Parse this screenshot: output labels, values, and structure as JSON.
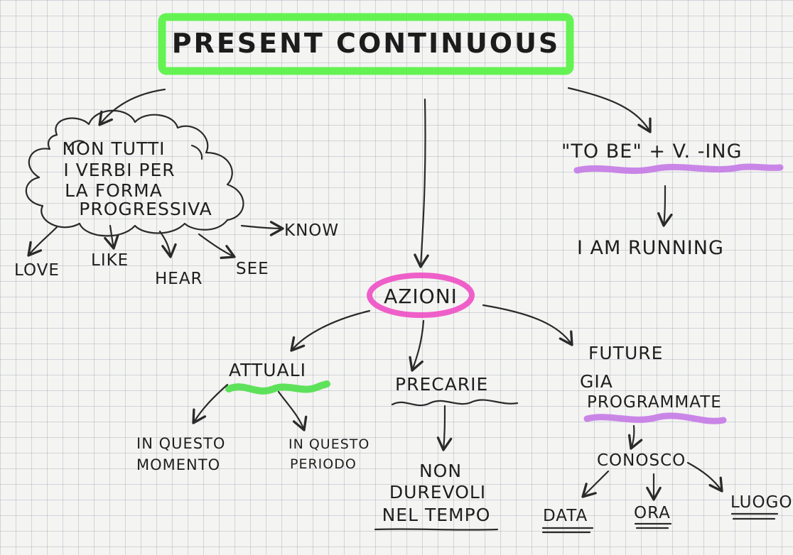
{
  "title": "PRESENT CONTINUOUS",
  "colors": {
    "title_frame": "#5cf24a",
    "azioni_ring": "#ee4fc4",
    "attuali_underline": "#4fe04a",
    "purple_underline": "#c57ae6",
    "ink": "#2a2a2a"
  },
  "cloud": {
    "lines": [
      "NON TUTTI",
      "I VERBI PER",
      "LA FORMA",
      "PROGRESSIVA"
    ],
    "verbs": [
      "KNOW",
      "LOVE",
      "LIKE",
      "HEAR",
      "SEE"
    ]
  },
  "formula": {
    "text": "\"TO BE\" + V. -ING",
    "example": "I AM RUNNING"
  },
  "center": {
    "label": "AZIONI"
  },
  "attuali": {
    "label": "ATTUALI",
    "left": [
      "IN QUESTO",
      "MOMENTO"
    ],
    "right": [
      "IN QUESTO",
      "PERIODO"
    ]
  },
  "precarie": {
    "label": "PRECARIE",
    "detail": [
      "NON",
      "DUREVOLI",
      "NEL TEMPO"
    ]
  },
  "future": {
    "label": [
      "FUTURE",
      "GIA",
      "PROGRAMMATE"
    ],
    "conosco": "CONOSCO",
    "items": [
      "DATA",
      "ORA",
      "LUOGO"
    ]
  }
}
